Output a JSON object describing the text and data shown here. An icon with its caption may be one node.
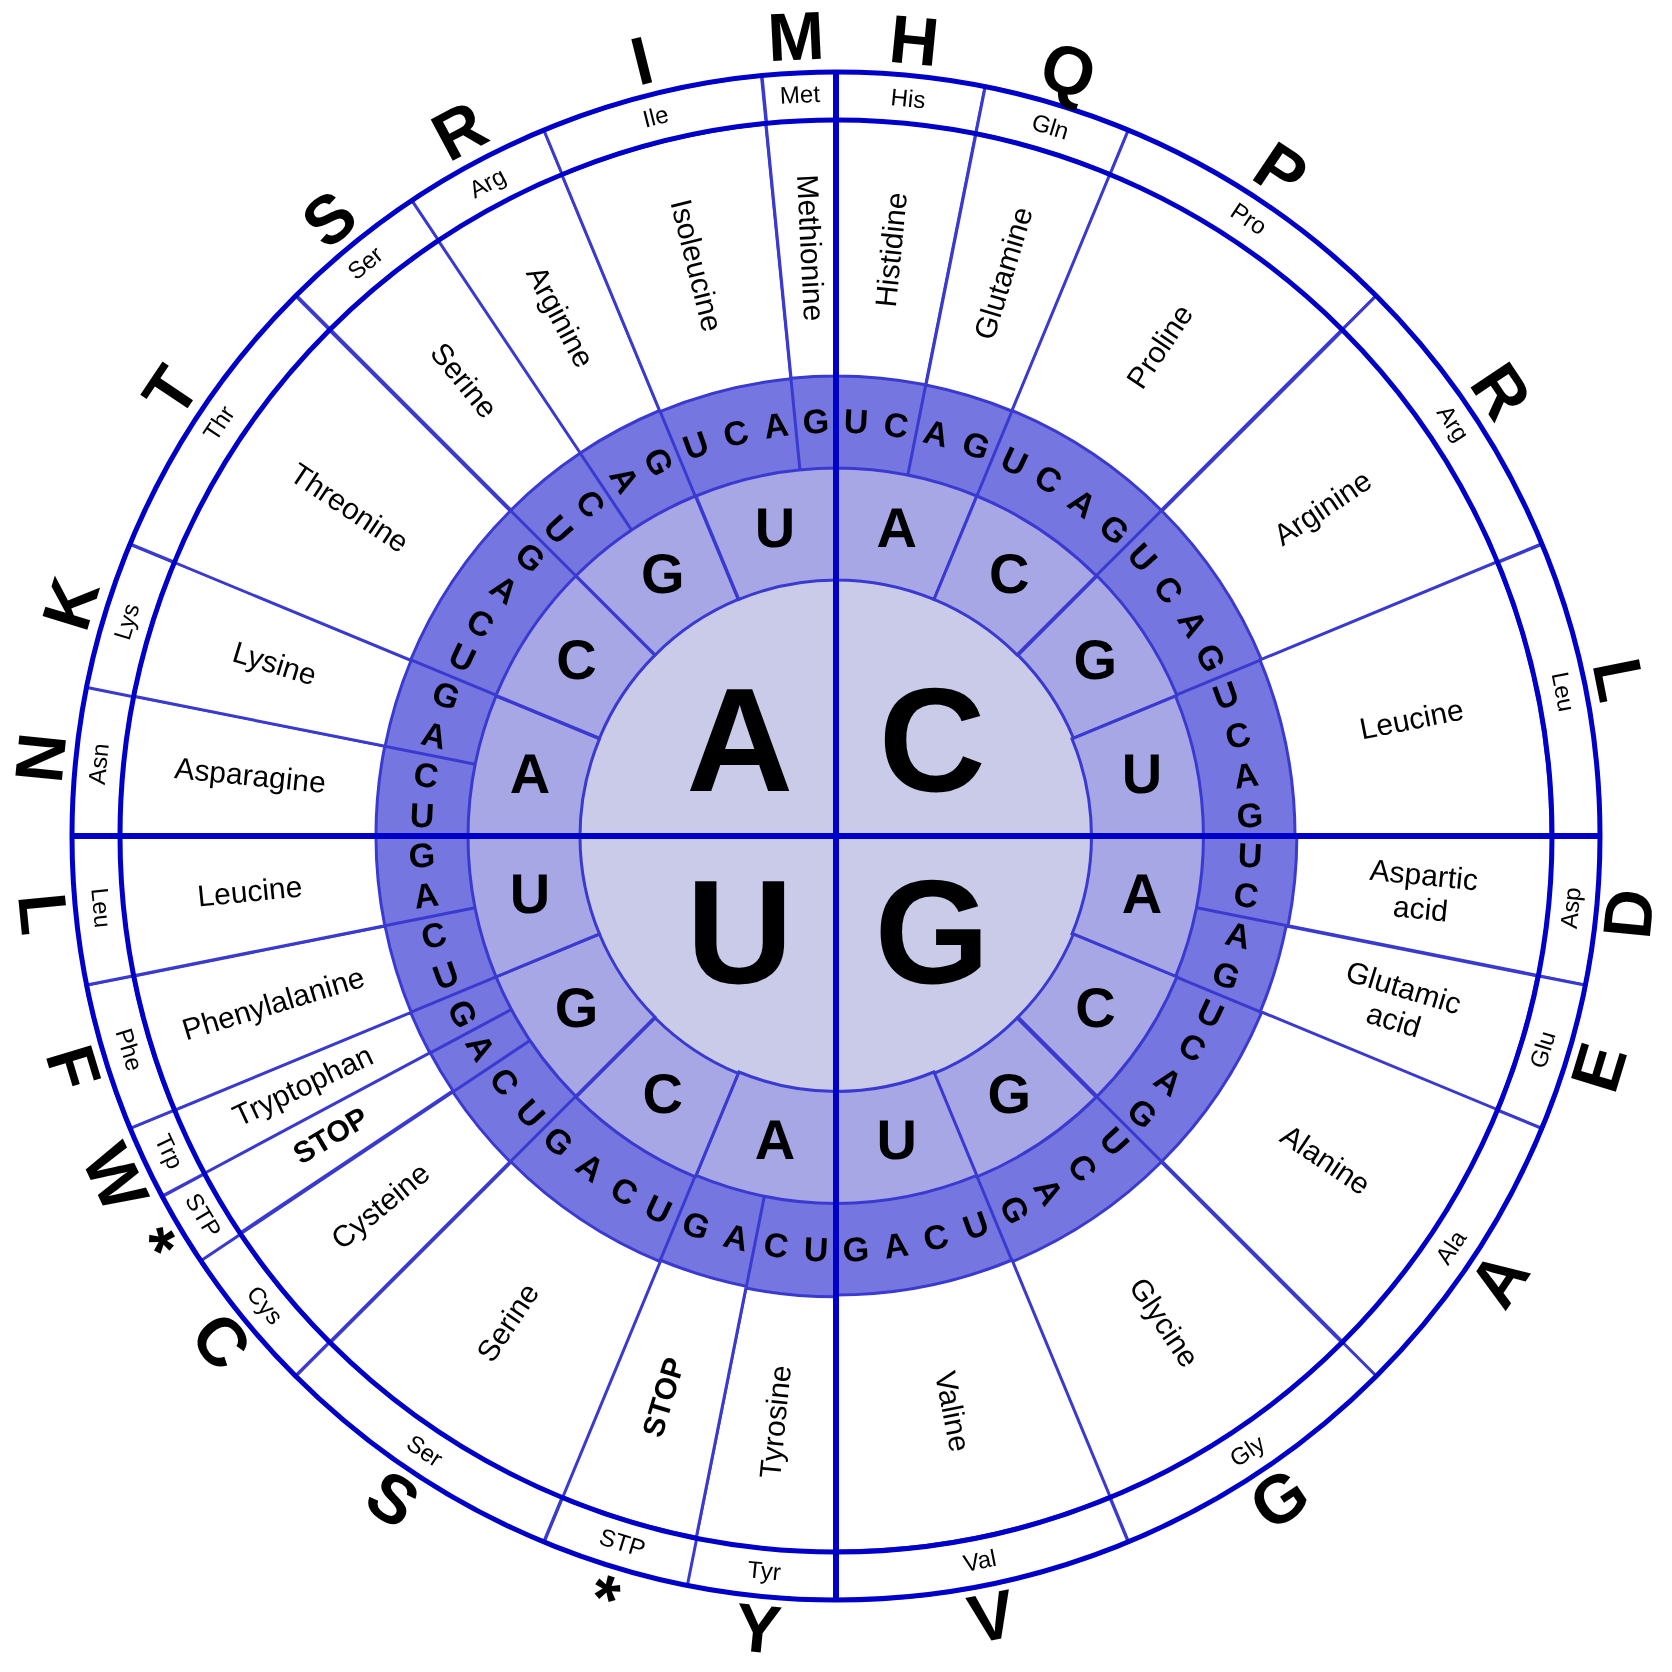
{
  "diagram": {
    "nodes": [
      {
        "text": [
          "A"
        ]
      },
      {
        "text": [
          "C"
        ]
      },
      {
        "text": [
          "G"
        ]
      },
      {
        "text": [
          "U"
        ]
      },
      {
        "text": [
          "A"
        ]
      },
      {
        "text": [
          "C"
        ]
      },
      {
        "text": [
          "G"
        ]
      },
      {
        "text": [
          "U"
        ]
      },
      {
        "text": [
          "A"
        ]
      },
      {
        "text": [
          "C"
        ]
      },
      {
        "text": [
          "G"
        ]
      },
      {
        "text": [
          "U"
        ]
      },
      {
        "text": [
          "A"
        ]
      },
      {
        "text": [
          "C"
        ]
      },
      {
        "text": [
          "G"
        ]
      },
      {
        "text": [
          "U"
        ]
      },
      {
        "text": [
          "A"
        ]
      },
      {
        "text": [
          "C"
        ]
      },
      {
        "text": [
          "G"
        ]
      },
      {
        "text": [
          "U"
        ]
      },
      {
        "text": [
          "Asparagine"
        ]
      },
      {
        "text": [
          "Lysine"
        ]
      },
      {
        "text": [
          "Threonine"
        ]
      },
      {
        "text": [
          "Serine"
        ]
      },
      {
        "text": [
          "Arginine"
        ]
      },
      {
        "text": [
          "Isoleucine"
        ]
      },
      {
        "text": [
          "Methionine"
        ]
      },
      {
        "text": [
          "Histidine"
        ]
      },
      {
        "text": [
          "Glutamine"
        ]
      },
      {
        "text": [
          "Proline"
        ]
      },
      {
        "text": [
          "Arginine"
        ]
      },
      {
        "text": [
          "Leucine"
        ]
      },
      {
        "text": [
          "Aspartic acid"
        ]
      },
      {
        "text": [
          "Glutamic acid"
        ]
      },
      {
        "text": [
          "Alanine"
        ]
      },
      {
        "text": [
          "Glycine"
        ]
      },
      {
        "text": [
          "Valine"
        ]
      },
      {
        "text": [
          "Tyrosine"
        ]
      },
      {
        "text": [
          "STOP"
        ]
      },
      {
        "text": [
          "Serine"
        ]
      },
      {
        "text": [
          "Cysteine"
        ]
      },
      {
        "text": [
          "STOP"
        ]
      },
      {
        "text": [
          "Tryptophan"
        ]
      },
      {
        "text": [
          "Phenylalanine"
        ]
      },
      {
        "text": [
          "Leucine"
        ]
      },
      {
        "text": [
          "Asn"
        ]
      },
      {
        "text": [
          "Lys"
        ]
      },
      {
        "text": [
          "Thr"
        ]
      },
      {
        "text": [
          "Ser"
        ]
      },
      {
        "text": [
          "Arg"
        ]
      },
      {
        "text": [
          "Ile"
        ]
      },
      {
        "text": [
          "Met"
        ]
      },
      {
        "text": [
          "His"
        ]
      },
      {
        "text": [
          "Gln"
        ]
      },
      {
        "text": [
          "Pro"
        ]
      },
      {
        "text": [
          "Arg"
        ]
      },
      {
        "text": [
          "Leu"
        ]
      },
      {
        "text": [
          "Asp"
        ]
      },
      {
        "text": [
          "Glu"
        ]
      },
      {
        "text": [
          "Ala"
        ]
      },
      {
        "text": [
          "Gly"
        ]
      },
      {
        "text": [
          "Val"
        ]
      },
      {
        "text": [
          "Tyr"
        ]
      },
      {
        "text": [
          "STP"
        ]
      },
      {
        "text": [
          "Ser"
        ]
      },
      {
        "text": [
          "Cys"
        ]
      },
      {
        "text": [
          "STP"
        ]
      },
      {
        "text": [
          "Trp"
        ]
      },
      {
        "text": [
          "Phe"
        ]
      },
      {
        "text": [
          "Leu"
        ]
      }
    ],
    "labels": [
      "U",
      "C",
      "A",
      "G",
      "U",
      "C",
      "A",
      "G",
      "U",
      "C",
      "A",
      "G",
      "U",
      "C",
      "A",
      "G",
      "U",
      "C",
      "A",
      "G",
      "U",
      "C",
      "A",
      "G",
      "U",
      "C",
      "A",
      "G",
      "U",
      "C",
      "A",
      "G",
      "U",
      "C",
      "A",
      "G",
      "U",
      "C",
      "A",
      "G",
      "U",
      "C",
      "A",
      "G",
      "U",
      "C",
      "A",
      "G",
      "U",
      "C",
      "A",
      "G",
      "U",
      "C",
      "A",
      "G",
      "U",
      "C",
      "A",
      "G",
      "U",
      "C",
      "A",
      "G",
      "N",
      "K",
      "T",
      "S",
      "R",
      "I",
      "M",
      "H",
      "Q",
      "P",
      "R",
      "L",
      "D",
      "E",
      "A",
      "G",
      "V",
      "Y",
      "*",
      "S",
      "C",
      "*",
      "W",
      "F",
      "L"
    ]
  }
}
